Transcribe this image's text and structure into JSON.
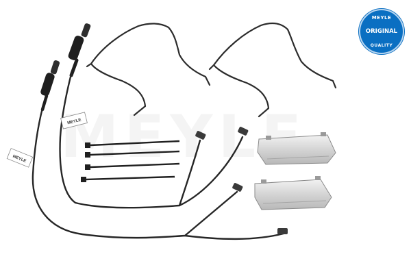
{
  "brand": {
    "watermark": "MEYLE",
    "label_text": "MEYLE",
    "seal": {
      "top": "MEYLE",
      "middle": "ORIGINAL",
      "bottom": "QUALITY",
      "color": "#0a6fc2"
    }
  },
  "parts": {
    "wear_sensors": 2,
    "cable_ties": 4,
    "spring_clips": 2,
    "pad_brackets": 2
  }
}
